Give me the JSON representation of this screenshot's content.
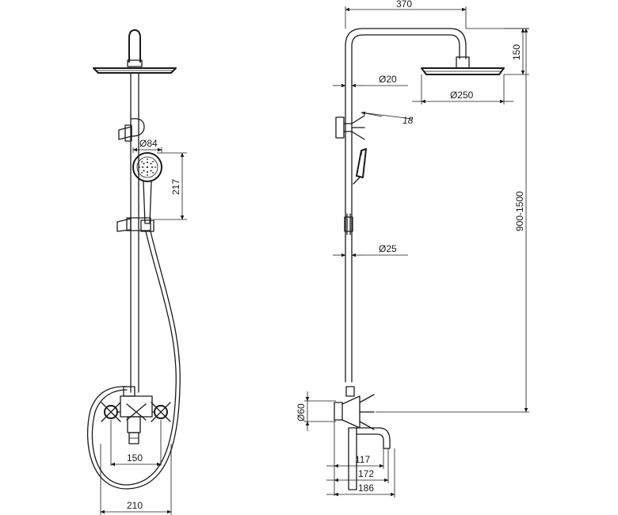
{
  "front_view": {
    "dim_handshower_diameter": "Ø84",
    "dim_handshower_height": "217",
    "dim_inlet_spacing": "150",
    "dim_mixer_width": "210"
  },
  "side_view": {
    "dim_overall_reach": "370",
    "dim_head_drop": "150",
    "dim_arm_diameter": "Ø20",
    "dim_head_diameter": "Ø250",
    "dim_holder_angle": "18",
    "dim_column_height": "900-1500",
    "dim_pipe_diameter": "Ø25",
    "dim_knob_diameter": "Ø60",
    "dim_spout_117": "117",
    "dim_spout_172": "172",
    "dim_spout_186": "186"
  }
}
